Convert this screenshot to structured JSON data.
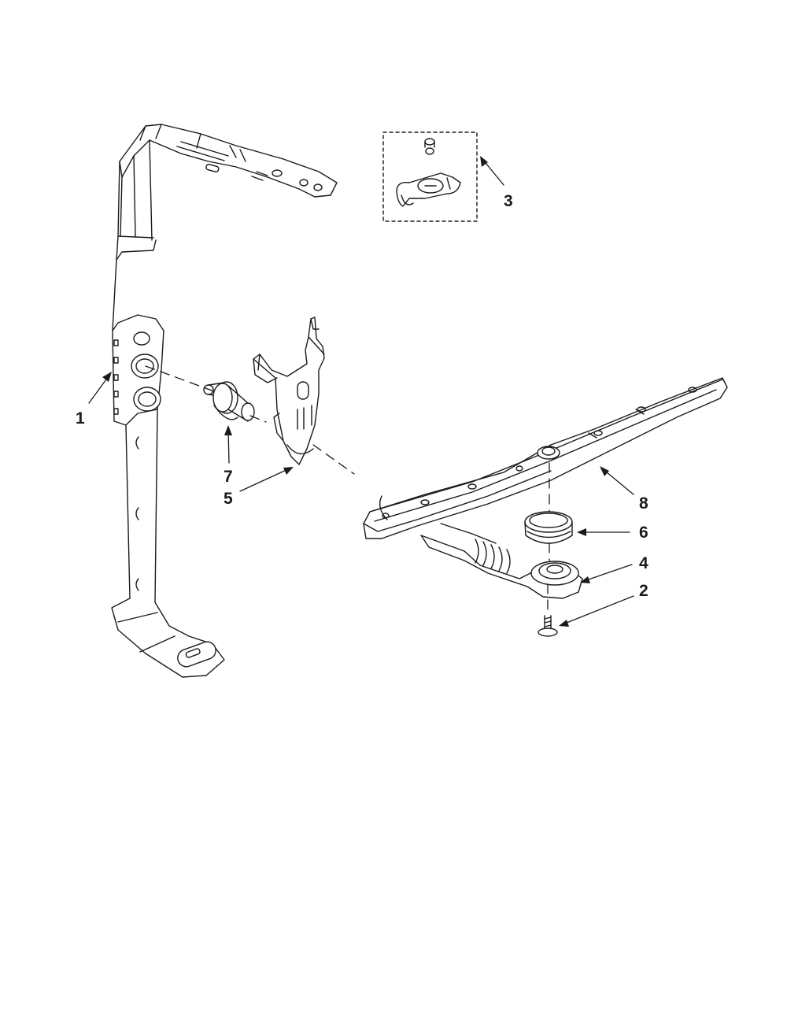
{
  "colors": {
    "line": "#1a1a1a",
    "fill": "#ffffff",
    "shade": "#e6e6e6"
  },
  "callouts": [
    {
      "id": "1",
      "label": "1"
    },
    {
      "id": "2",
      "label": "2"
    },
    {
      "id": "3",
      "label": "3"
    },
    {
      "id": "4",
      "label": "4"
    },
    {
      "id": "5",
      "label": "5"
    },
    {
      "id": "6",
      "label": "6"
    },
    {
      "id": "7",
      "label": "7"
    },
    {
      "id": "8",
      "label": "8"
    }
  ]
}
